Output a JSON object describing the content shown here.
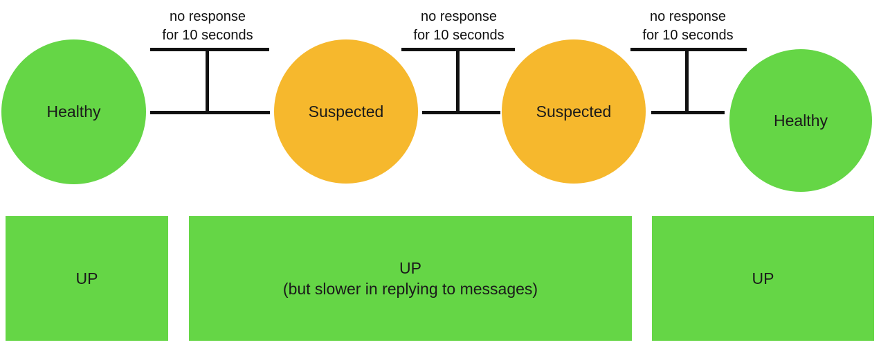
{
  "colors": {
    "healthy": "#65d646",
    "suspected": "#f6b82d",
    "connector": "#111111"
  },
  "nodes": [
    {
      "label": "Healthy",
      "state": "healthy"
    },
    {
      "label": "Suspected",
      "state": "suspected"
    },
    {
      "label": "Suspected",
      "state": "suspected"
    },
    {
      "label": "Healthy",
      "state": "healthy"
    }
  ],
  "transitions": [
    {
      "line1": "no response",
      "line2": "for 10 seconds"
    },
    {
      "line1": "no response",
      "line2": "for 10 seconds"
    },
    {
      "line1": "no response",
      "line2": "for 10 seconds"
    }
  ],
  "status_boxes": [
    {
      "line1": "UP",
      "line2": ""
    },
    {
      "line1": "UP",
      "line2": "(but slower in replying to messages)"
    },
    {
      "line1": "UP",
      "line2": ""
    }
  ]
}
